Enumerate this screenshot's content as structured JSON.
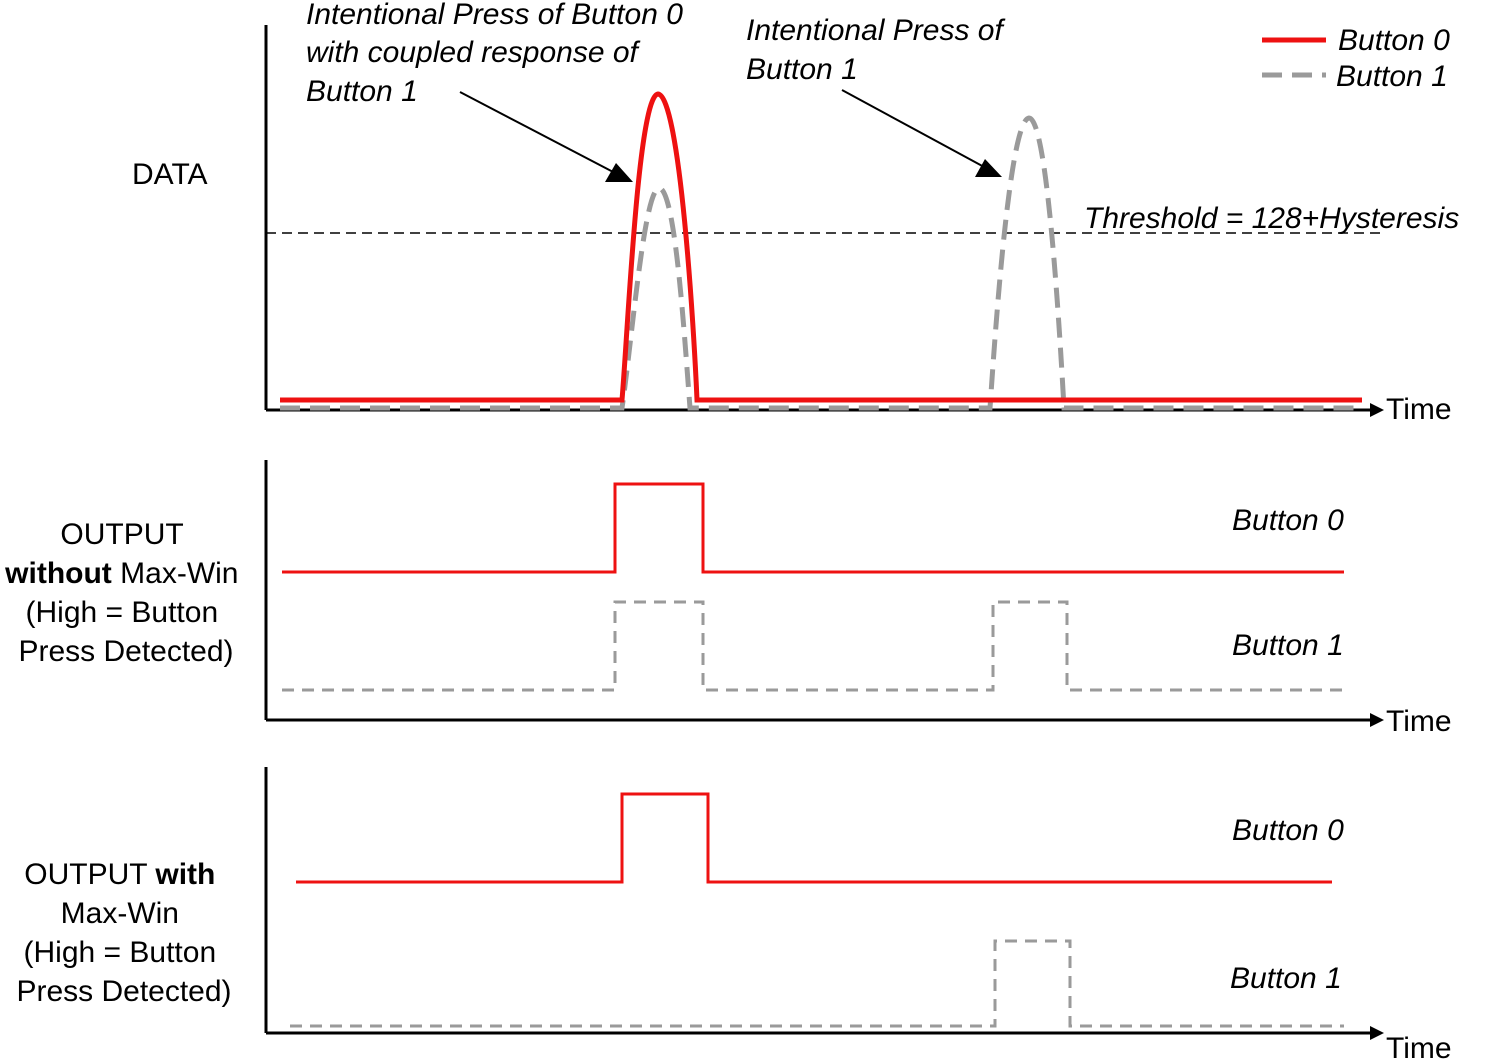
{
  "colors": {
    "button0": "#ee1111",
    "button1": "#9a9a9a",
    "axis": "#000000"
  },
  "legend": {
    "button0": "Button 0",
    "button1": "Button 1"
  },
  "top_panel": {
    "ylabel": "DATA",
    "xlabel": "Time",
    "threshold_label": "Threshold = 128+Hysteresis",
    "annotation_coupled": [
      "Intentional Press of Button 0",
      "with coupled response of",
      "Button 1"
    ],
    "annotation_press1": [
      "Intentional Press of",
      "Button 1"
    ]
  },
  "middle_panel": {
    "label_line1": "OUTPUT",
    "label_line2_bold": "without",
    "label_line2_rest": " Max-Win",
    "label_line3": "(High = Button",
    "label_line4": "Press Detected)",
    "xlabel": "Time",
    "trace0_label": "Button 0",
    "trace1_label": "Button 1"
  },
  "bottom_panel": {
    "label_line1_normal": "OUTPUT ",
    "label_line1_bold": "with",
    "label_line2": "Max-Win",
    "label_line3": "(High = Button",
    "label_line4": "Press Detected)",
    "xlabel": "Time",
    "trace0_label": "Button 0",
    "trace1_label": "Button 1"
  }
}
